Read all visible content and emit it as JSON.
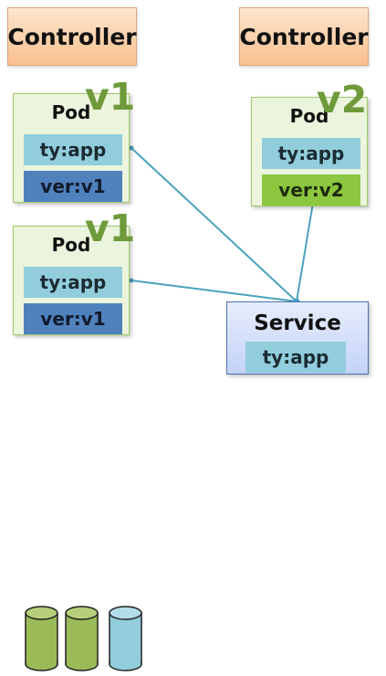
{
  "controllers": [
    {
      "label": "Controller"
    },
    {
      "label": "Controller"
    }
  ],
  "pods": [
    {
      "title": "Pod",
      "version_badge": "v1",
      "label_ty": "ty:app",
      "label_ver": "ver:v1"
    },
    {
      "title": "Pod",
      "version_badge": "v1",
      "label_ty": "ty:app",
      "label_ver": "ver:v1"
    },
    {
      "title": "Pod",
      "version_badge": "v2",
      "label_ty": "ty:app",
      "label_ver": "ver:v2"
    }
  ],
  "service": {
    "title": "Service",
    "selector": "ty:app"
  },
  "colors": {
    "controller": "#f9c08d",
    "pod_bg": "#ebf4dc",
    "label_ty": "#92cddc",
    "label_v1": "#4f81bd",
    "label_v2": "#8dc63f",
    "version_text": "#6e9a3a",
    "service": "#c3d2f7",
    "connector": "#4aa3bf",
    "cylinder_green": "#9bbb59",
    "cylinder_blue": "#92cddc"
  },
  "cylinders": [
    {
      "icon": "green-cylinder-icon"
    },
    {
      "icon": "green-cylinder-icon"
    },
    {
      "icon": "blue-cylinder-icon"
    }
  ]
}
